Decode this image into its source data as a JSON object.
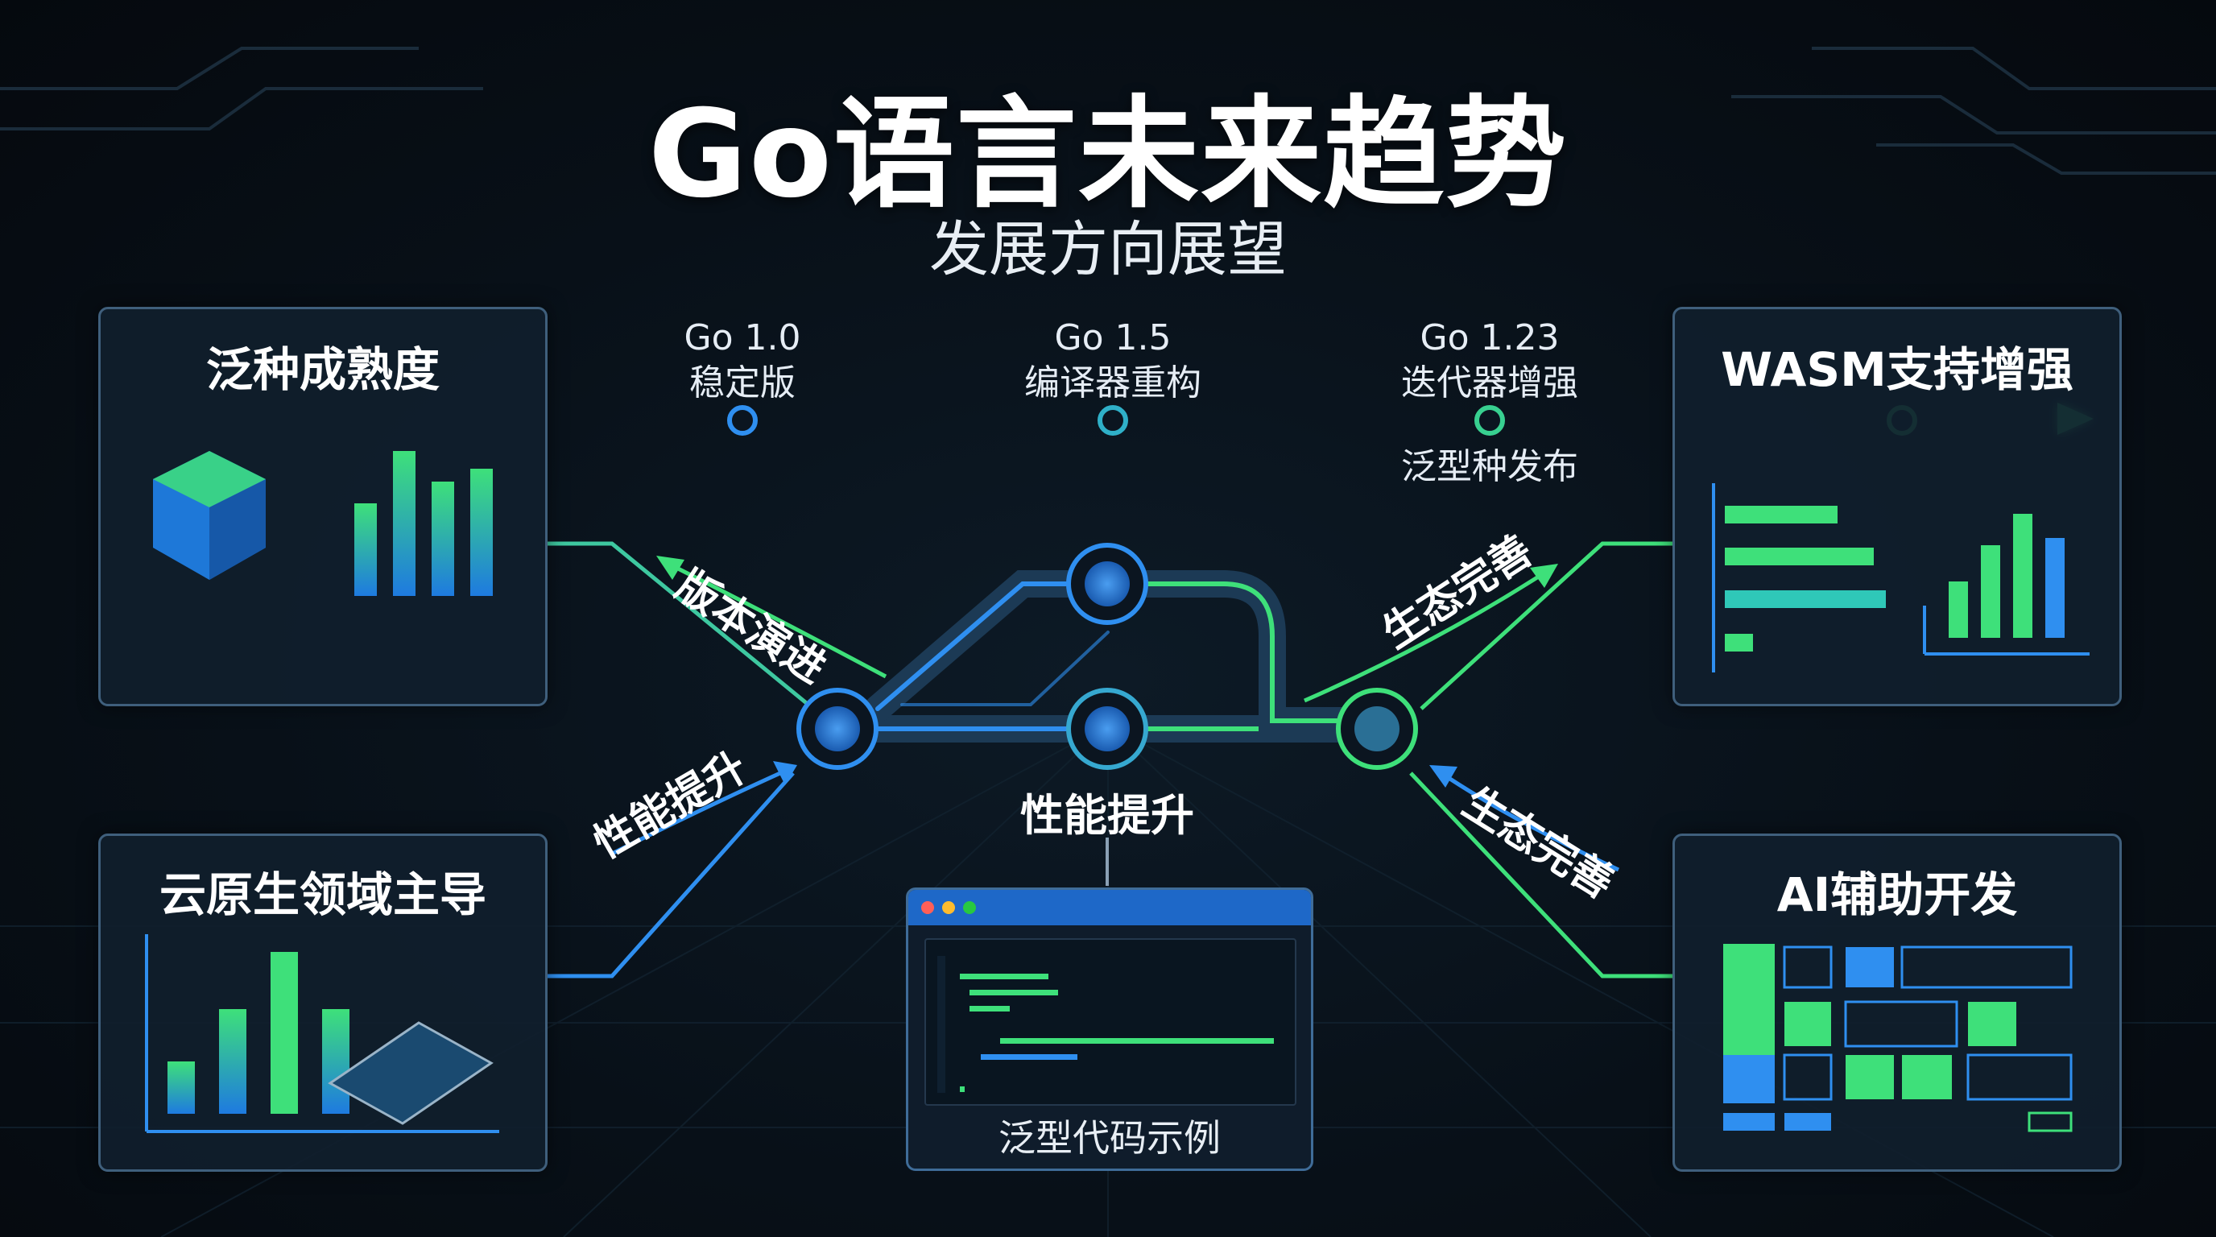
{
  "header": {
    "title": "Go语言未来趋势",
    "subtitle": "发展方向展望"
  },
  "panels": {
    "generics_maturity": {
      "title": "泛种成熟度"
    },
    "cloud_native": {
      "title": "云原生领域主导"
    },
    "wasm": {
      "title": "WASM支持增强"
    },
    "ai_dev": {
      "title": "AI辅助开发"
    }
  },
  "timeline": {
    "milestones": [
      {
        "version": "Go 1.0",
        "desc": "稳定版"
      },
      {
        "version": "Go 1.5",
        "desc": "编译器重构"
      },
      {
        "version": "Go 1.23",
        "desc": "迭代器增强"
      }
    ],
    "extra_label": "泛型种发布",
    "colors": {
      "start": "#2f8ff0",
      "end": "#3ee07a"
    }
  },
  "flow_labels": {
    "version_evolution": "版本演进",
    "performance_left": "性能提升",
    "performance_center": "性能提升",
    "ecosystem_top": "生态完善",
    "ecosystem_bottom": "生态完善"
  },
  "code_panel": {
    "caption": "泛型代码示例"
  },
  "colors": {
    "accent_blue": "#2f8ff0",
    "accent_green": "#3ee07a",
    "panel_border": "#3f5f7c"
  }
}
